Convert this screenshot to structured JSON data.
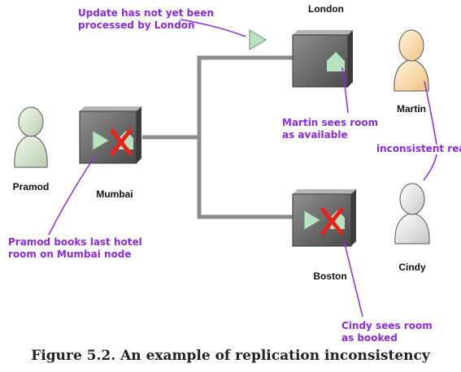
{
  "nodes": {
    "london": {
      "label": "London"
    },
    "mumbai": {
      "label": "Mumbai"
    },
    "boston": {
      "label": "Boston"
    }
  },
  "people": {
    "pramod": {
      "label": "Pramod"
    },
    "martin": {
      "label": "Martin"
    },
    "cindy": {
      "label": "Cindy"
    }
  },
  "notes": {
    "update_not_processed": [
      "Update has not yet been",
      "processed by London"
    ],
    "martin_sees": [
      "Martin sees room",
      "as available"
    ],
    "inconsistent_reads": [
      "inconsistent reads"
    ],
    "pramod_books": [
      "Pramod books last hotel",
      "room on Mumbai node"
    ],
    "cindy_sees": [
      "Cindy sees room",
      "as booked"
    ]
  },
  "caption": "Figure 5.2. An example of replication inconsistency",
  "colors": {
    "annotation": "#8a2be2",
    "line": "#8c8c8c",
    "update_green": "#b7e3c0",
    "conflict_red": "#e8231c",
    "martin_body": "#fde2b8",
    "pramod_body": "#e0ecd8",
    "cindy_body": "#f1f1f1"
  }
}
